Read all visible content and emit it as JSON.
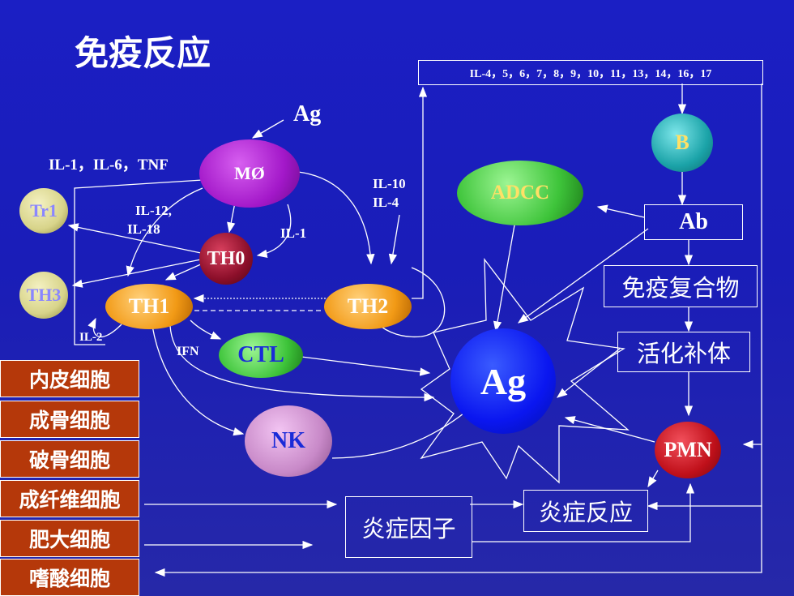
{
  "title": "免疫反应",
  "cytokine_box": "IL-4，5，6，7，8，9，10，11，13，14，16，17",
  "labels": {
    "ag_top": "Ag",
    "il_1_6_tnf": "IL-1，IL-6，TNF",
    "il_12": "IL-12,",
    "il_18": "IL-18",
    "il_1": "IL-1",
    "il_10": "IL-10",
    "il_4": "IL-4",
    "il_2": "IL-2",
    "ifn": "IFN"
  },
  "nodes": {
    "mo": "MØ",
    "tr1": "Tr1",
    "th3": "TH3",
    "th0": "TH0",
    "th1": "TH1",
    "th2": "TH2",
    "ctl": "CTL",
    "nk": "NK",
    "adcc": "ADCC",
    "b": "B",
    "ag_center": "Ag",
    "pmn": "PMN"
  },
  "boxes": {
    "ab": "Ab",
    "immune_complex": "免疫复合物",
    "complement": "活化补体",
    "inflammatory_factor": "炎症因子",
    "inflammation": "炎症反应"
  },
  "cell_list": [
    "内皮细胞",
    "成骨细胞",
    "破骨细胞",
    "成纤维细胞",
    "肥大细胞",
    "嗜酸细胞"
  ],
  "colors": {
    "background": "#1b1fc4",
    "mo": "#a318c9",
    "th1_th2": "#f29a16",
    "th0": "#8c0f2a",
    "ctl": "#3ec43a",
    "adcc": "#3ec43a",
    "b": "#1ba3a8",
    "ag_center": "#0a16f0",
    "pmn": "#c0101a",
    "cell_list": "#b5380a",
    "nk": "#c889c8",
    "tr1_th3": "#d8d48a"
  }
}
